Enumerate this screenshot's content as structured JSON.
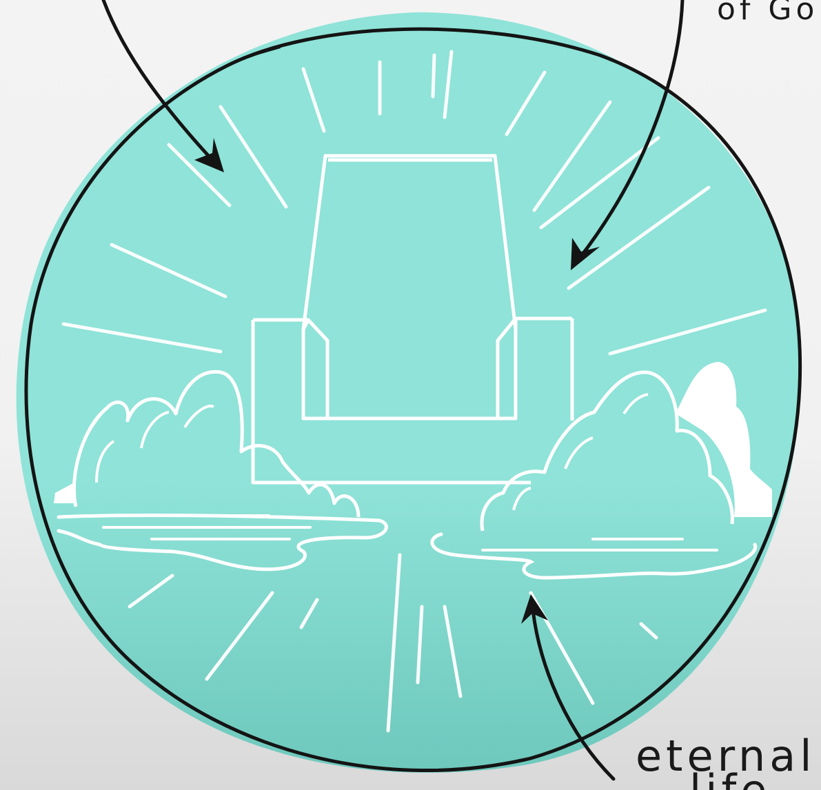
{
  "labels": {
    "top_right_fragment": "of Go",
    "bottom_right_word": "eternal",
    "bottom_right_cutoff": "life"
  },
  "colors": {
    "circle_fill": "#8fe3d8",
    "circle_fill_dark": "#72cdc1",
    "line_art": "#ffffff",
    "outline": "#141414",
    "cloud_highlight": "#ffffff"
  },
  "scene": {
    "subject": "throne-in-clouds",
    "arrows": [
      "arrow-top-left",
      "arrow-top-right",
      "arrow-bottom-right"
    ]
  }
}
